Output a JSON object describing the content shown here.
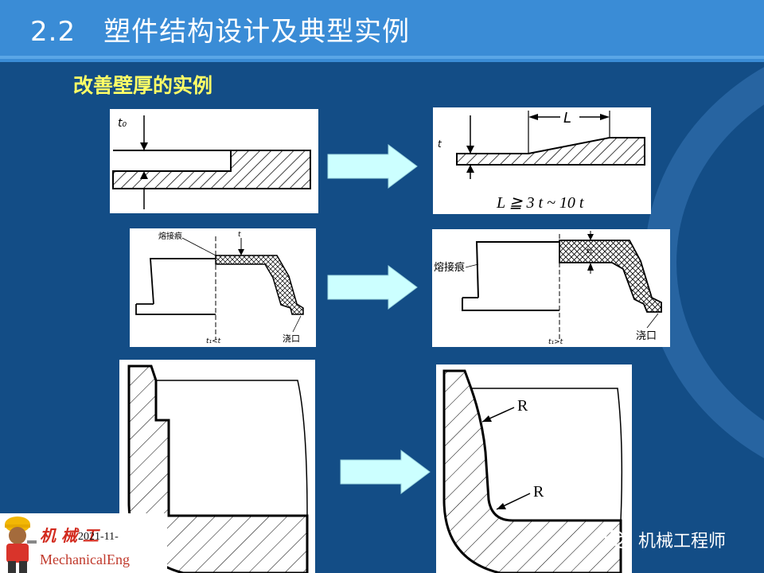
{
  "slide": {
    "title": "2.2　塑件结构设计及典型实例",
    "subtitle": "改善壁厚的实例"
  },
  "figure1": {
    "before": {
      "dim": "t₀"
    },
    "after": {
      "dim_L": "L",
      "dim_t": "t",
      "formula": "L ≧ 3 t ~ 10 t"
    }
  },
  "figure2": {
    "before": {
      "weld_mark": "熔接痕",
      "gate": "浇口",
      "cond": "t₁<t",
      "dim": "t"
    },
    "after": {
      "weld_mark": "熔接痕",
      "gate": "浇口",
      "cond": "t₁>t",
      "dim": "t₁"
    }
  },
  "figure3": {
    "after": {
      "radius_top": "R",
      "radius_bottom": "R"
    }
  },
  "footer": {
    "logo_cn": "机 械 工",
    "logo_date": "2021-11-",
    "logo_en": "MechanicalEng",
    "wechat_name": "机械工程师"
  },
  "colors": {
    "background": "#134d86",
    "title_bar": "#3a8cd6",
    "subtitle": "#ffff66",
    "arrow": "#ccffff"
  }
}
